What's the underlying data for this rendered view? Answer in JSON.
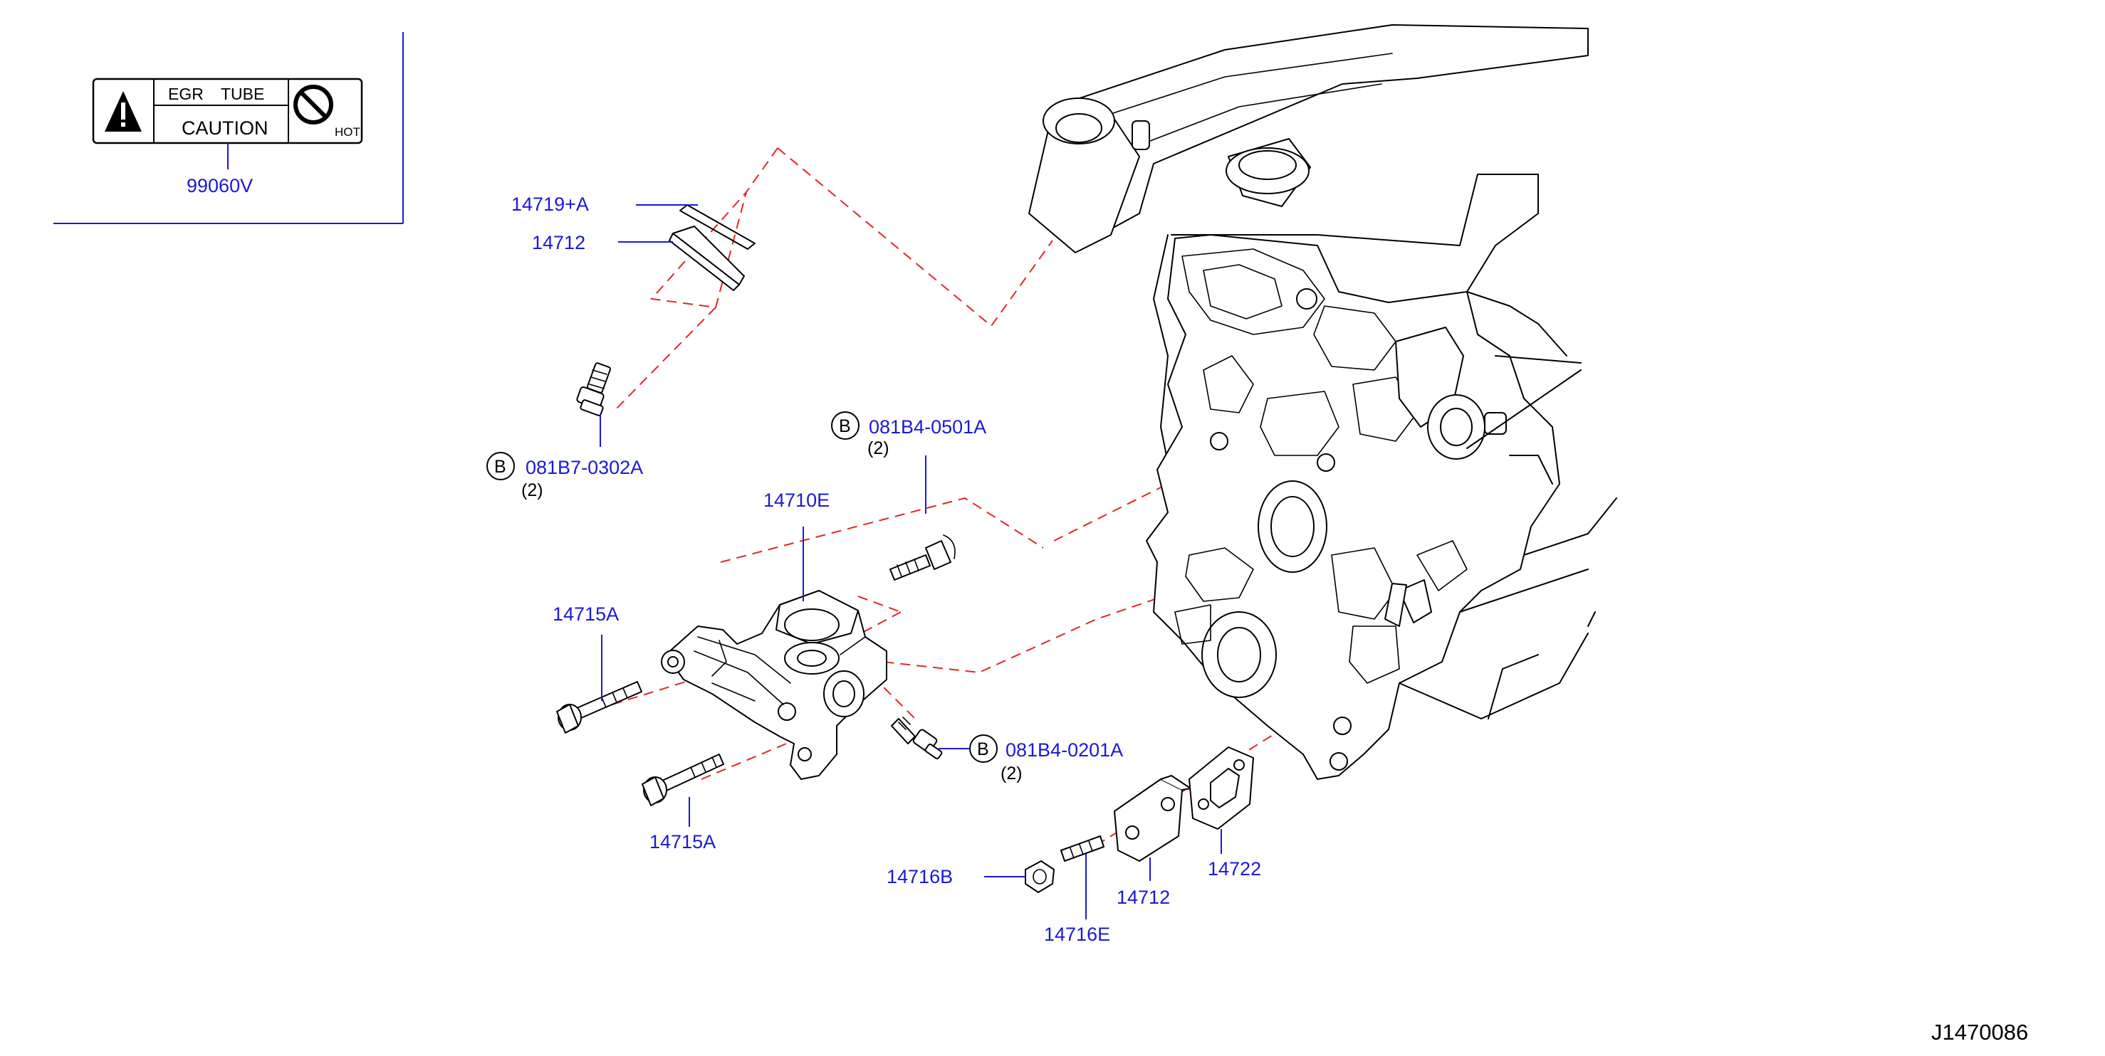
{
  "caution_label": {
    "top_left": "EGR",
    "top_right": "TUBE",
    "bottom": "CAUTION",
    "hot": "HOT",
    "part_number": "99060V"
  },
  "callouts": {
    "p14719A": "14719+A",
    "p14712_top": "14712",
    "bolt_081B7": "081B7-0302A",
    "bolt_081B7_qty": "(2)",
    "bolt_081B4_0501": "081B4-0501A",
    "bolt_081B4_0501_qty": "(2)",
    "p14710E": "14710E",
    "p14715A_top": "14715A",
    "p14715A_bottom": "14715A",
    "bolt_081B4_0201": "081B4-0201A",
    "bolt_081B4_0201_qty": "(2)",
    "p14716B": "14716B",
    "p14716E": "14716E",
    "p14712_bottom": "14712",
    "p14722": "14722",
    "bolt_symbol": "B"
  },
  "diagram_id": "J1470086",
  "colors": {
    "callout": "#1a1ad6",
    "dashed_line": "#e22626",
    "ink": "#000000"
  }
}
